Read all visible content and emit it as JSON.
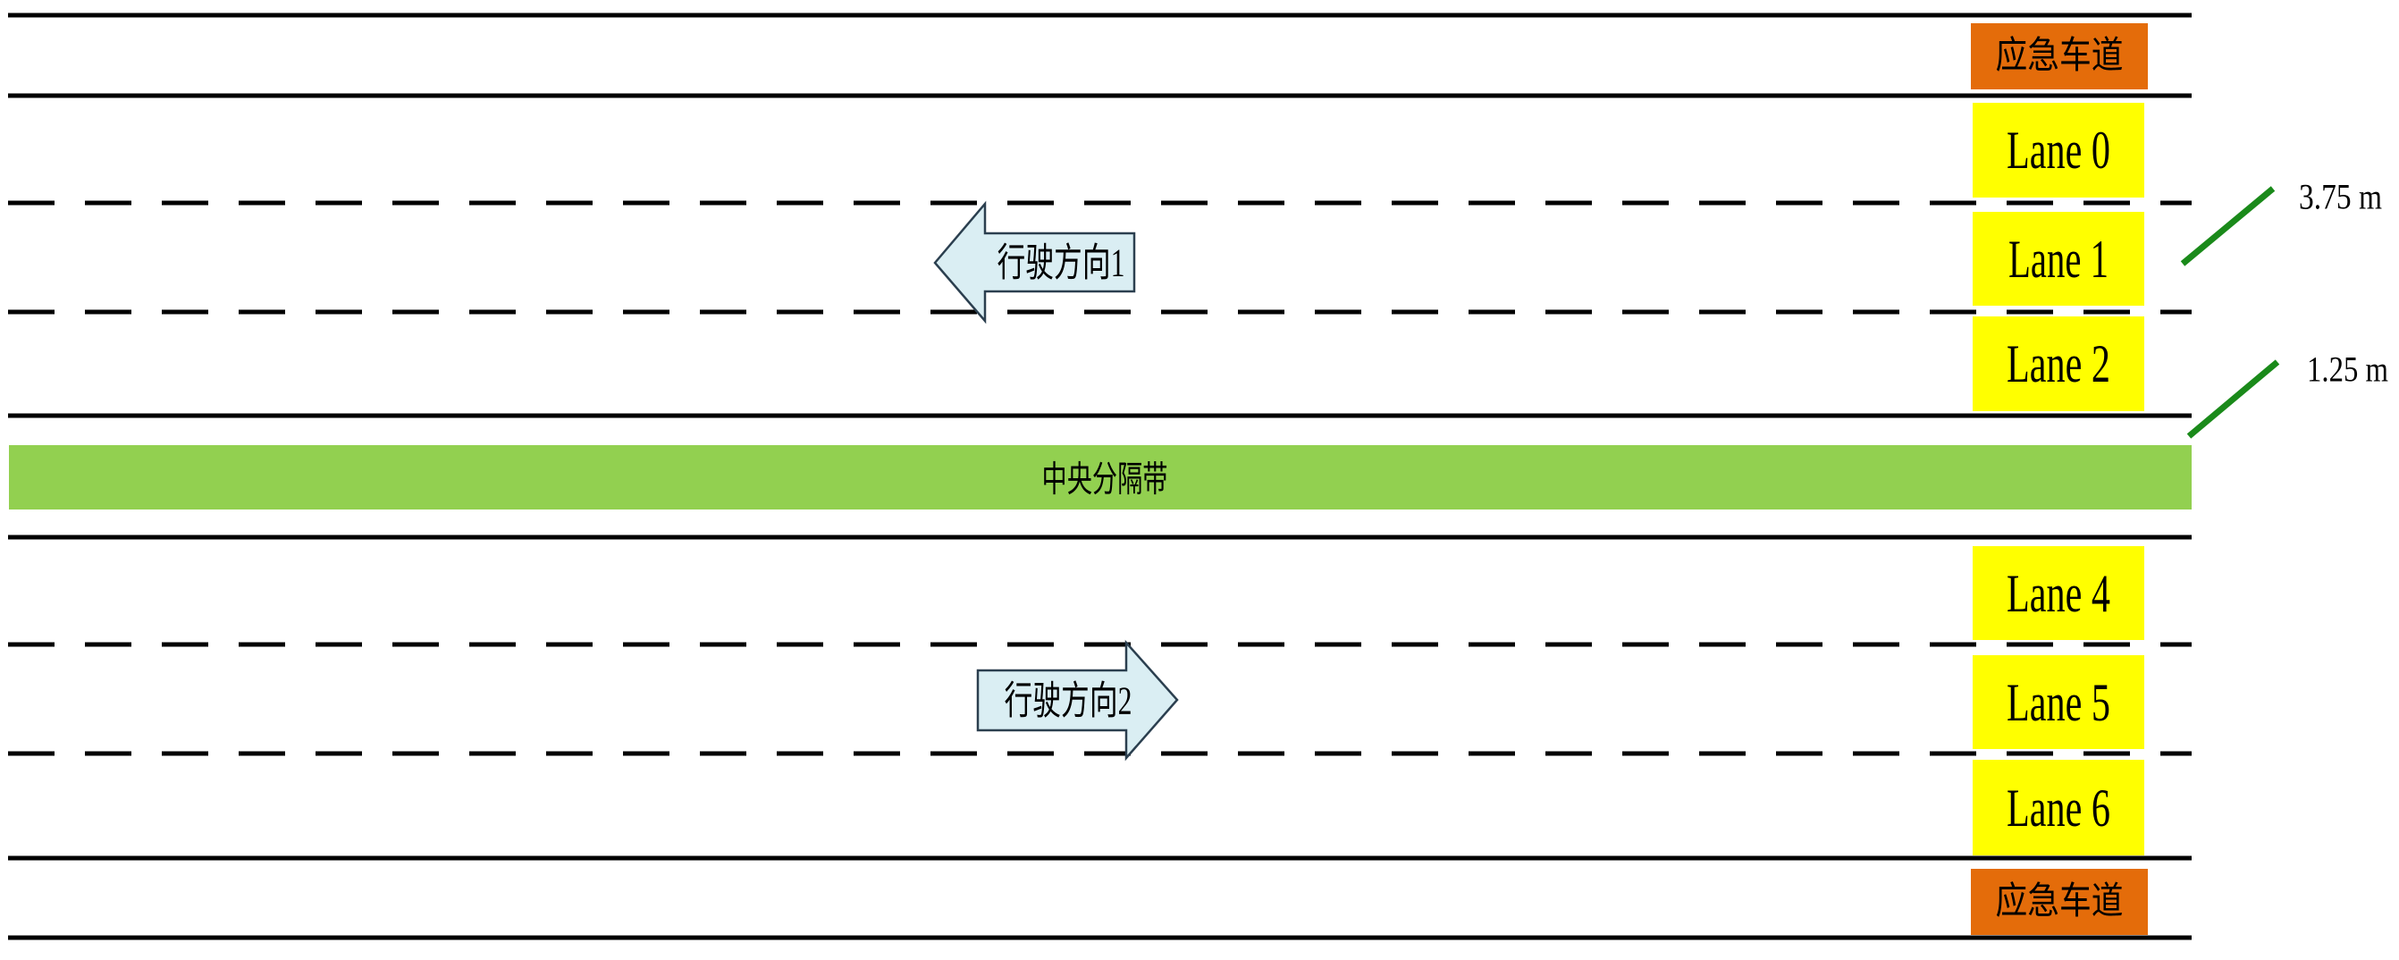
{
  "diagram": {
    "emergency_lane_top": "应急车道",
    "emergency_lane_bottom": "应急车道",
    "lanes": [
      "Lane 0",
      "Lane 1",
      "Lane 2",
      "Lane 4",
      "Lane 5",
      "Lane 6"
    ],
    "median_label": "中央分隔带",
    "direction_1": "行驶方向1",
    "direction_2": "行驶方向2",
    "dimension_lane": "3.75 m",
    "dimension_median": "1.25 m"
  },
  "colors": {
    "emergency_lane": "#E46C0A",
    "lane_label": "#FFFF00",
    "median": "#92D050",
    "dimension": "#1A8A1A",
    "arrow_fill": "#DAEEF3"
  }
}
